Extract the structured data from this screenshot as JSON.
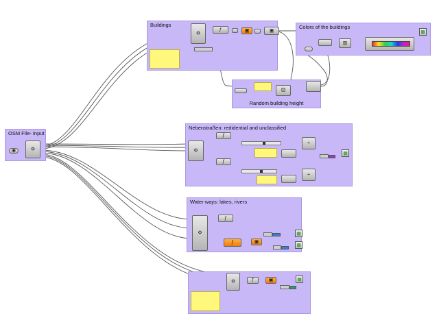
{
  "groups": {
    "osm_input": "OSM File- Input",
    "buildings": "Buildings",
    "colors": "Colors of the buildings",
    "random_height": "Random building height",
    "nebenstrassen": "Nebenstraßen: redidential  and unclassified",
    "water": "Water ways: lakes, rivers"
  },
  "icons": {
    "file_path": "file-path-icon",
    "osm_component": "osm-component-icon",
    "expression": "expression-icon",
    "extrude": "extrude-icon",
    "preview": "custom-preview-icon",
    "gradient": "gradient-icon",
    "random": "random-icon"
  },
  "colors": {
    "group_fill": "#c8b8f8",
    "panel_fill": "#fff87a",
    "wire": "#555555",
    "material_purple": "#9040c0",
    "material_blue": "#3a7ae0",
    "material_green": "#2a9a6a"
  }
}
